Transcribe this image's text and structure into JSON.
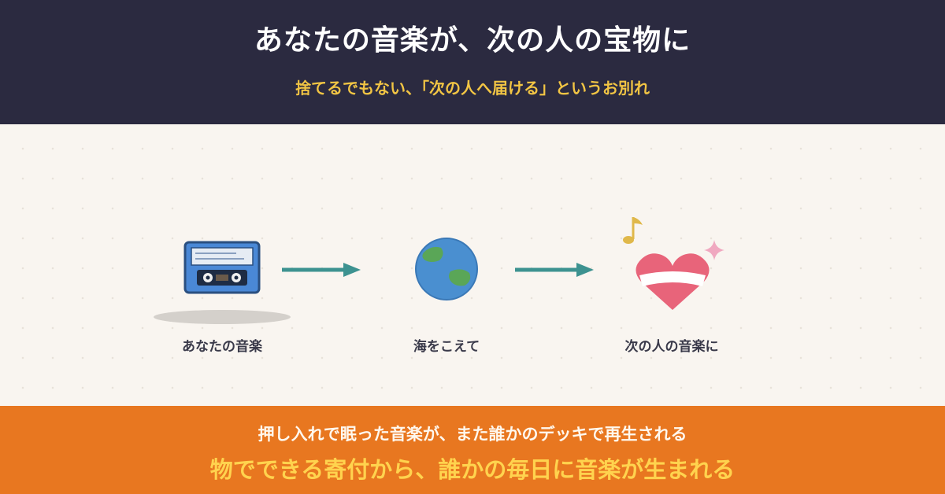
{
  "header": {
    "title": "あなたの音楽が、次の人の宝物に",
    "subtitle": "捨てるでもない、「次の人へ届ける」というお別れ"
  },
  "flow": {
    "stages": [
      {
        "label": "あなたの音楽",
        "icon": "cassette-tape-icon"
      },
      {
        "label": "海をこえて",
        "icon": "globe-icon"
      },
      {
        "label": "次の人の音楽に",
        "icon": "heart-icon"
      }
    ]
  },
  "footer": {
    "line1": "押し入れで眠った音楽が、また誰かのデッキで再生される",
    "line2": "物でできる寄付から、誰かの毎日に音楽が生まれる"
  },
  "colors": {
    "header_bg": "#2b2a40",
    "accent_yellow": "#f2c544",
    "footer_bg": "#e87720",
    "arrow_teal": "#3d9290",
    "heart_pink": "#e8647a",
    "globe_blue": "#4a8fd0",
    "globe_green": "#5aa657"
  }
}
